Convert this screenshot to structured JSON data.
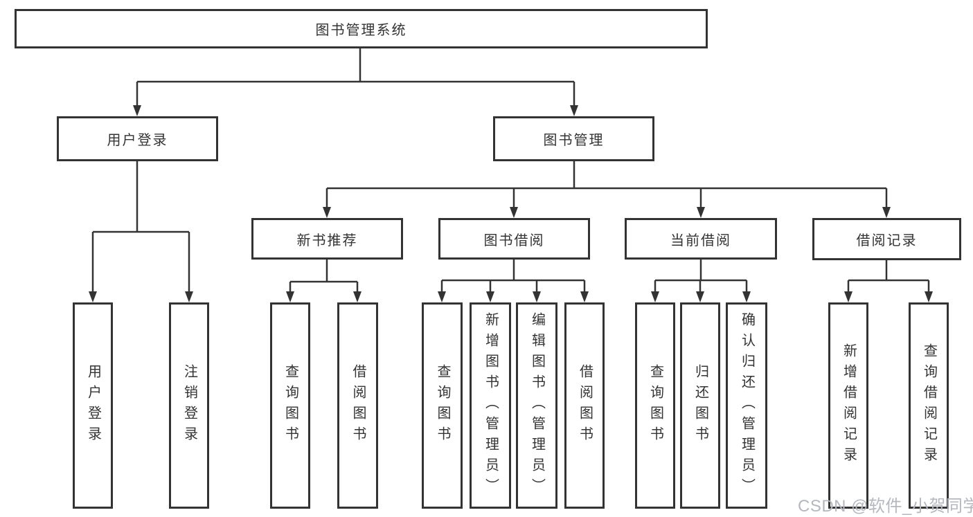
{
  "tree": {
    "root": "图书管理系统",
    "branches": [
      {
        "label": "用户登录",
        "children": [
          {
            "label": "用户登录"
          },
          {
            "label": "注销登录"
          }
        ]
      },
      {
        "label": "图书管理",
        "children": [
          {
            "label": "新书推荐",
            "children": [
              {
                "label": "查询图书"
              },
              {
                "label": "借阅图书"
              }
            ]
          },
          {
            "label": "图书借阅",
            "children": [
              {
                "label": "查询图书"
              },
              {
                "label": "新增图书（管理员）"
              },
              {
                "label": "编辑图书（管理员）"
              },
              {
                "label": "借阅图书"
              }
            ]
          },
          {
            "label": "当前借阅",
            "children": [
              {
                "label": "查询图书"
              },
              {
                "label": "归还图书"
              },
              {
                "label": "确认归还（管理员）"
              }
            ]
          },
          {
            "label": "借阅记录",
            "children": [
              {
                "label": "新增借阅记录"
              },
              {
                "label": "查询借阅记录"
              }
            ]
          }
        ]
      }
    ]
  },
  "watermark": "CSDN @软件_小贺同学",
  "colors": {
    "line": "#333333",
    "box_border": "#333333",
    "box_fill": "#ffffff",
    "text": "#333333",
    "watermark": "#b4b8be"
  }
}
